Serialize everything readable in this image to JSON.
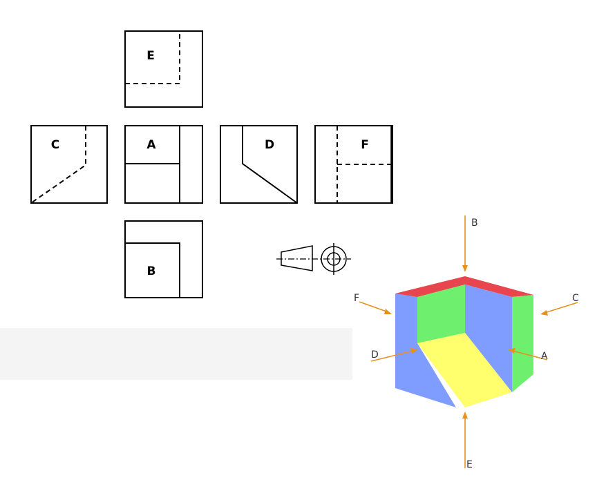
{
  "views": {
    "E": "E",
    "C": "C",
    "A": "A",
    "D": "D",
    "F": "F",
    "B": "B"
  },
  "arrows": {
    "B": "B",
    "F": "F",
    "C": "C",
    "D": "D",
    "A": "A",
    "E": "E"
  },
  "colors": {
    "top_face": "#e8454e",
    "green_face": "#6ef06e",
    "blue_face": "#7f9cff",
    "yellow_face": "#ffff6e",
    "arrow": "#e8901f"
  }
}
